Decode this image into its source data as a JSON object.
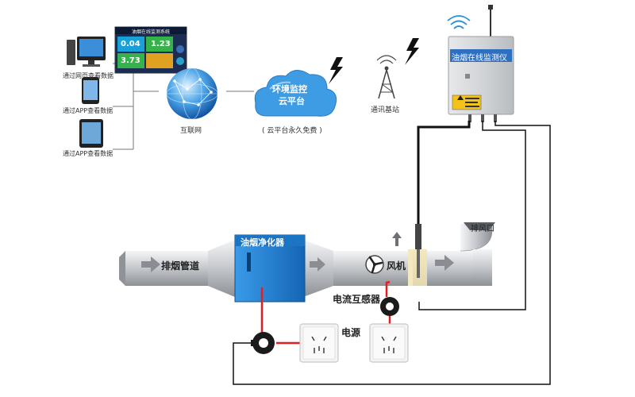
{
  "dashboard": {
    "title": "油烟在线监测系统",
    "values": [
      "0.04",
      "1.23",
      "3.73"
    ]
  },
  "viewers": [
    {
      "label": "通过网页查看数据"
    },
    {
      "label": "通过APP查看数据"
    },
    {
      "label": "通过APP查看数据"
    }
  ],
  "internet": {
    "label": "互联网"
  },
  "cloud": {
    "line1": "环境监控",
    "line2": "云平台",
    "caption": "( 云平台永久免费 )"
  },
  "base_station": {
    "label": "通讯基站"
  },
  "monitor": {
    "title": "油烟在线监测仪"
  },
  "duct": {
    "pipe_label": "排烟管道",
    "purifier_label": "油烟净化器",
    "fan_label": "风机",
    "exhaust_label": "排风口"
  },
  "sensor": {
    "label": "电流互感器"
  },
  "power": {
    "label": "电源"
  },
  "colors": {
    "monitor_blue": "#2f6fc0",
    "purifier_blue": "#1f7fd0",
    "wire_red": "#e02020",
    "wire_black": "#222222"
  }
}
